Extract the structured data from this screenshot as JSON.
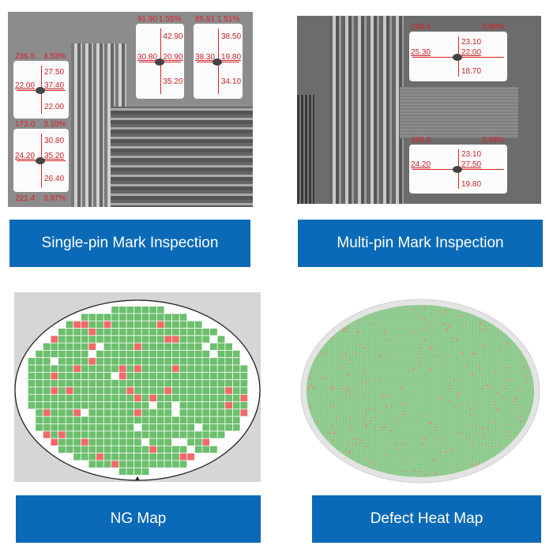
{
  "panels": {
    "single_pin": {
      "button": "Single-pin Mark Inspection",
      "pads": [
        {
          "tl": "236.5",
          "tr": "4.53%",
          "top": "27.50",
          "left": "22.00",
          "right": "37.40",
          "bottom": "22.00"
        },
        {
          "tl": "173.0",
          "tr": "3.10%",
          "top": "30.80",
          "left": "24.20",
          "right": "35.20",
          "bottom": "26.40",
          "bl": "221.4",
          "br": "3.97%"
        },
        {
          "tl": "91.90",
          "tr": "1.55%",
          "top": "42.90",
          "left": "30.80",
          "right": "20.90",
          "bottom": "35.20"
        },
        {
          "tl": "85.91",
          "tr": "1.51%",
          "top": "38.50",
          "left": "38.30",
          "right": "19.80",
          "bottom": "34.10"
        }
      ]
    },
    "multi_pin": {
      "button": "Multi-pin Mark Inspection",
      "pads": [
        {
          "tl": "198.4",
          "tr": "3.98%",
          "top": "23.10",
          "left": "25.30",
          "right": "22.00",
          "bottom": "18.70"
        },
        {
          "tl": "186.3",
          "tr": "3.68%",
          "top": "23.10",
          "left": "24.20",
          "right": "27.50",
          "bottom": "19.80"
        }
      ]
    },
    "ng_map": {
      "button": "NG Map"
    },
    "heat_map": {
      "button": "Defect Heat Map"
    }
  },
  "colors": {
    "button": "#0a6ab7",
    "pass": "#6dbf6d",
    "fail": "#f06a6a",
    "label": "#e01d2b"
  }
}
